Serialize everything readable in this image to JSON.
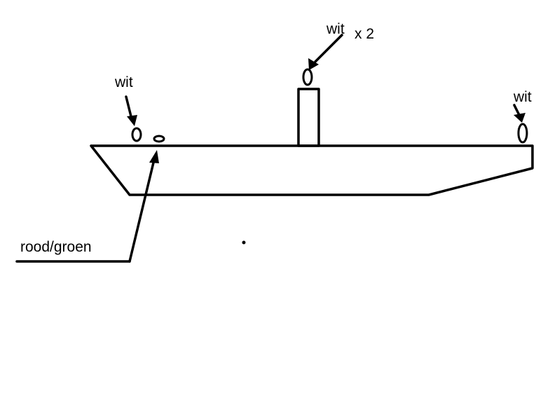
{
  "labels": {
    "top_left": "wit",
    "mast_top": "wit",
    "mast_multiplier": "x 2",
    "stern": "wit",
    "side_light": "rood/groen"
  }
}
